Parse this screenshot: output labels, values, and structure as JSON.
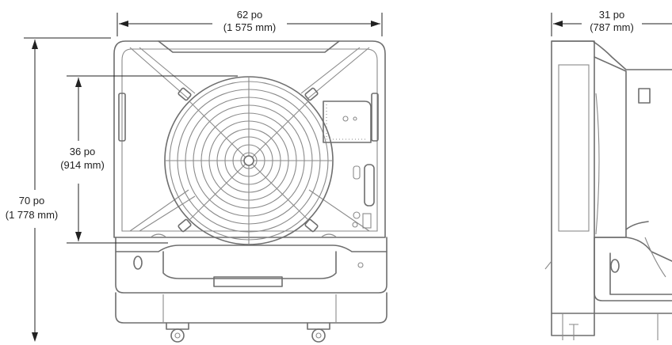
{
  "dimensions": {
    "width": {
      "imperial": "62 po",
      "metric": "(1 575 mm)"
    },
    "depth": {
      "imperial": "31 po",
      "metric": "(787 mm)"
    },
    "fan_height": {
      "imperial": "36 po",
      "metric": "(914 mm)"
    },
    "total_height": {
      "imperial": "70 po",
      "metric": "(1 778 mm)"
    }
  },
  "colors": {
    "outline": "#6e6e6e",
    "dimension_line": "#222222"
  }
}
